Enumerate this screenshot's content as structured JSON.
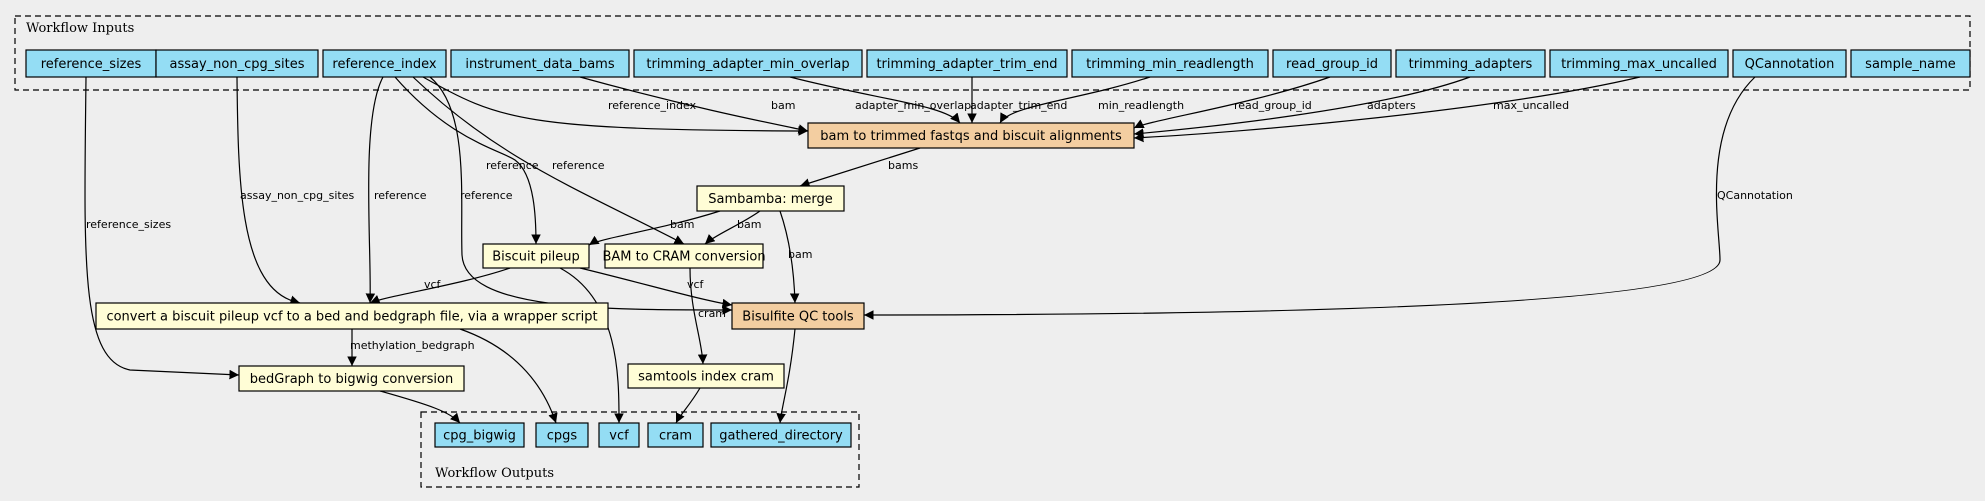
{
  "colors": {
    "background": "#eeeeee",
    "input": "#94ddf4",
    "output": "#94ddf4",
    "tool": "#fffdd6",
    "subworkflow": "#f3cea1"
  },
  "clusters": {
    "inputs": {
      "label": "Workflow Inputs"
    },
    "outputs": {
      "label": "Workflow Outputs"
    }
  },
  "nodes": {
    "reference_sizes": {
      "label": "reference_sizes",
      "kind": "input"
    },
    "assay_non_cpg_sites": {
      "label": "assay_non_cpg_sites",
      "kind": "input"
    },
    "reference_index": {
      "label": "reference_index",
      "kind": "input"
    },
    "instrument_data_bams": {
      "label": "instrument_data_bams",
      "kind": "input"
    },
    "trimming_adapter_min_overlap": {
      "label": "trimming_adapter_min_overlap",
      "kind": "input"
    },
    "trimming_adapter_trim_end": {
      "label": "trimming_adapter_trim_end",
      "kind": "input"
    },
    "trimming_min_readlength": {
      "label": "trimming_min_readlength",
      "kind": "input"
    },
    "read_group_id": {
      "label": "read_group_id",
      "kind": "input"
    },
    "trimming_adapters": {
      "label": "trimming_adapters",
      "kind": "input"
    },
    "trimming_max_uncalled": {
      "label": "trimming_max_uncalled",
      "kind": "input"
    },
    "QCannotation": {
      "label": "QCannotation",
      "kind": "input"
    },
    "sample_name": {
      "label": "sample_name",
      "kind": "input"
    },
    "bam_to_trimmed": {
      "label": "bam to trimmed fastqs and biscuit alignments",
      "kind": "subworkflow"
    },
    "merge": {
      "label": "Sambamba: merge",
      "kind": "tool"
    },
    "pileup": {
      "label": "Biscuit pileup",
      "kind": "tool"
    },
    "bam_to_cram": {
      "label": "BAM to CRAM conversion",
      "kind": "tool"
    },
    "bisulfite_qc": {
      "label": "Bisulfite QC tools",
      "kind": "subworkflow"
    },
    "vcf2bed": {
      "label": "convert a biscuit pileup vcf to a bed and bedgraph file, via a wrapper script",
      "kind": "tool"
    },
    "index_cram": {
      "label": "samtools index cram",
      "kind": "tool"
    },
    "bedgraph2bigwig": {
      "label": "bedGraph to bigwig conversion",
      "kind": "tool"
    },
    "out_cpg_bigwig": {
      "label": "cpg_bigwig",
      "kind": "output"
    },
    "out_cpgs": {
      "label": "cpgs",
      "kind": "output"
    },
    "out_vcf": {
      "label": "vcf",
      "kind": "output"
    },
    "out_cram": {
      "label": "cram",
      "kind": "output"
    },
    "out_gathered": {
      "label": "gathered_directory",
      "kind": "output"
    }
  },
  "edges": [
    {
      "from": "reference_index",
      "to": "bam_to_trimmed",
      "label": "reference_index"
    },
    {
      "from": "instrument_data_bams",
      "to": "bam_to_trimmed",
      "label": "bam"
    },
    {
      "from": "trimming_adapter_min_overlap",
      "to": "bam_to_trimmed",
      "label": "adapter_min_overlap"
    },
    {
      "from": "trimming_adapter_trim_end",
      "to": "bam_to_trimmed",
      "label": "adapter_trim_end"
    },
    {
      "from": "trimming_min_readlength",
      "to": "bam_to_trimmed",
      "label": "min_readlength"
    },
    {
      "from": "read_group_id",
      "to": "bam_to_trimmed",
      "label": "read_group_id"
    },
    {
      "from": "trimming_adapters",
      "to": "bam_to_trimmed",
      "label": "adapters"
    },
    {
      "from": "trimming_max_uncalled",
      "to": "bam_to_trimmed",
      "label": "max_uncalled"
    },
    {
      "from": "bam_to_trimmed",
      "to": "merge",
      "label": "bams"
    },
    {
      "from": "reference_index",
      "to": "pileup",
      "label": "reference"
    },
    {
      "from": "reference_index",
      "to": "bam_to_cram",
      "label": "reference"
    },
    {
      "from": "reference_index",
      "to": "vcf2bed",
      "label": "reference"
    },
    {
      "from": "reference_index",
      "to": "bisulfite_qc",
      "label": "reference"
    },
    {
      "from": "assay_non_cpg_sites",
      "to": "vcf2bed",
      "label": "assay_non_cpg_sites"
    },
    {
      "from": "reference_sizes",
      "to": "bedgraph2bigwig",
      "label": "reference_sizes"
    },
    {
      "from": "QCannotation",
      "to": "bisulfite_qc",
      "label": "QCannotation"
    },
    {
      "from": "merge",
      "to": "pileup",
      "label": "bam"
    },
    {
      "from": "merge",
      "to": "bam_to_cram",
      "label": "bam"
    },
    {
      "from": "merge",
      "to": "bisulfite_qc",
      "label": "bam"
    },
    {
      "from": "pileup",
      "to": "vcf2bed",
      "label": "vcf"
    },
    {
      "from": "pileup",
      "to": "bisulfite_qc",
      "label": "vcf"
    },
    {
      "from": "pileup",
      "to": "out_vcf",
      "label": ""
    },
    {
      "from": "bam_to_cram",
      "to": "index_cram",
      "label": "cram"
    },
    {
      "from": "vcf2bed",
      "to": "bedgraph2bigwig",
      "label": "methylation_bedgraph"
    },
    {
      "from": "vcf2bed",
      "to": "out_cpgs",
      "label": ""
    },
    {
      "from": "bedgraph2bigwig",
      "to": "out_cpg_bigwig",
      "label": ""
    },
    {
      "from": "index_cram",
      "to": "out_cram",
      "label": ""
    },
    {
      "from": "bisulfite_qc",
      "to": "out_gathered",
      "label": ""
    }
  ]
}
